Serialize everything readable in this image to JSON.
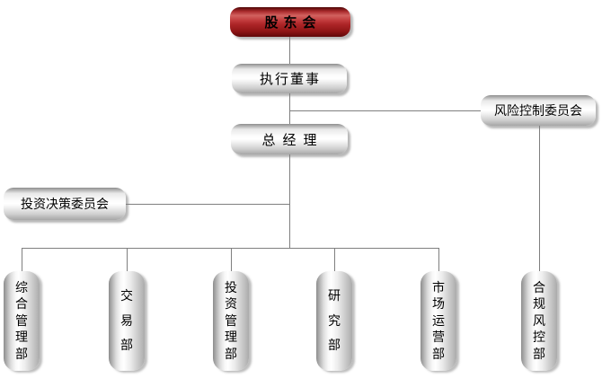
{
  "org_chart": {
    "type": "org-tree",
    "colors": {
      "root_fill": "#b03032",
      "root_fill_dark": "#5f0809",
      "node_fill": "#ffffff",
      "node_edge": "#8f8f8f",
      "connector": "#7f7f7f",
      "text": "#000000"
    },
    "root": {
      "id": "shareholders-meeting",
      "label": "股东会"
    },
    "levels": {
      "executive_director": {
        "label": "执行董事"
      },
      "general_manager": {
        "label": "总经理"
      }
    },
    "committees": [
      {
        "id": "risk-control-committee",
        "label": "风险控制委员会",
        "reports_to": "执行董事"
      },
      {
        "id": "investment-decision-committee",
        "label": "投资决策委员会",
        "reports_to": "总经理"
      }
    ],
    "departments": [
      {
        "id": "dept-general-management",
        "label": "综合管理部",
        "reports_to": "总经理"
      },
      {
        "id": "dept-trading",
        "label": "交易部",
        "reports_to": "总经理"
      },
      {
        "id": "dept-investment-management",
        "label": "投资管理部",
        "reports_to": "总经理"
      },
      {
        "id": "dept-research",
        "label": "研究部",
        "reports_to": "总经理"
      },
      {
        "id": "dept-market-operations",
        "label": "市场运营部",
        "reports_to": "总经理"
      },
      {
        "id": "dept-compliance-risk-control",
        "label": "合规风控部",
        "reports_to": "风险控制委员会"
      }
    ]
  }
}
